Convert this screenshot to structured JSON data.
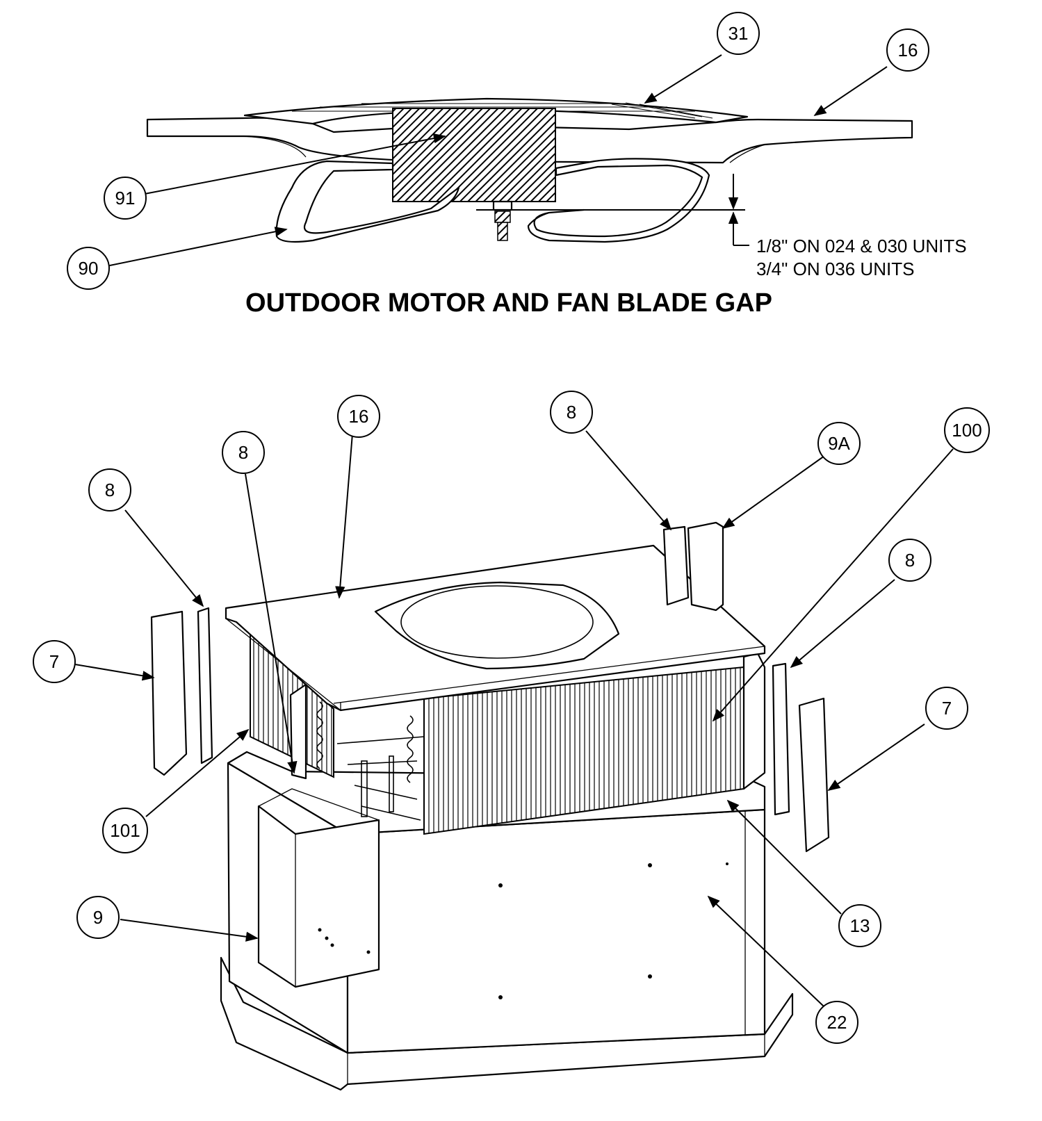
{
  "title": "OUTDOOR MOTOR AND FAN BLADE GAP",
  "gap_note": {
    "line1": "1/8\" ON 024 & 030 UNITS",
    "line2": "3/4\" ON 036 UNITS"
  },
  "callouts": {
    "top_31": "31",
    "top_16": "16",
    "top_91": "91",
    "top_90": "90",
    "c_16": "16",
    "c_8_center": "8",
    "c_8_right": "8",
    "c_9A": "9A",
    "c_100": "100",
    "c_8_left": "8",
    "c_7_left": "7",
    "c_8_farright": "8",
    "c_7_right": "7",
    "c_101": "101",
    "c_9": "9",
    "c_13": "13",
    "c_22": "22"
  }
}
